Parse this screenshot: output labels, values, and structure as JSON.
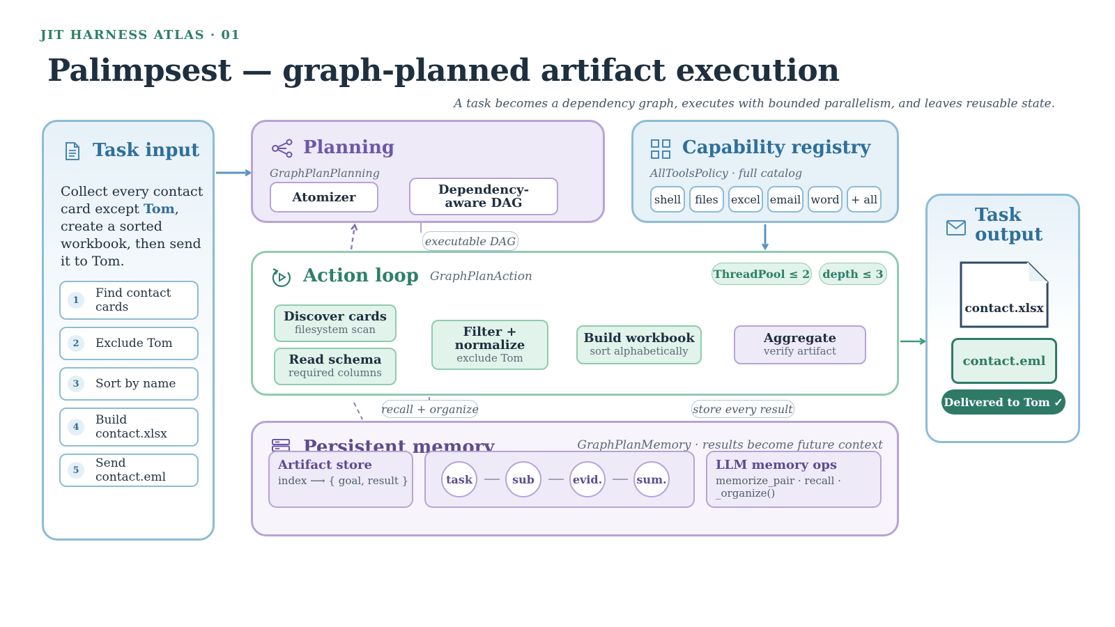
{
  "header": {
    "eyebrow": "JIT HARNESS ATLAS · 01",
    "title": "Palimpsest — graph-planned artifact execution",
    "subtitle": "A task becomes a dependency graph, executes with bounded parallelism, and leaves reusable state."
  },
  "task_input": {
    "title": "Task input",
    "desc_before": "Collect every contact card except ",
    "desc_highlight": "Tom",
    "desc_after": ", create a sorted workbook, then send it to Tom.",
    "steps": [
      {
        "num": "1",
        "label": "Find contact cards"
      },
      {
        "num": "2",
        "label": "Exclude Tom"
      },
      {
        "num": "3",
        "label": "Sort by name"
      },
      {
        "num": "4",
        "label": "Build contact.xlsx"
      },
      {
        "num": "5",
        "label": "Send contact.eml"
      }
    ]
  },
  "planning": {
    "title": "Planning",
    "subtitle": "GraphPlanPlanning",
    "atomizer": "Atomizer",
    "dag": "Dependency-aware DAG",
    "dag_pill": "executable DAG"
  },
  "capability": {
    "title": "Capability registry",
    "subtitle": "AllToolsPolicy · full catalog",
    "chips": [
      "shell",
      "files",
      "excel",
      "email",
      "word",
      "+ all"
    ]
  },
  "action_loop": {
    "title": "Action loop",
    "subtitle": "GraphPlanAction",
    "badge_threads": "ThreadPool ≤ 2",
    "badge_depth": "depth ≤ 3",
    "discover": {
      "title": "Discover cards",
      "sub": "filesystem scan"
    },
    "schema": {
      "title": "Read schema",
      "sub": "required columns"
    },
    "filter": {
      "title": "Filter + normalize",
      "sub": "exclude Tom"
    },
    "build": {
      "title": "Build workbook",
      "sub": "sort alphabetically"
    },
    "aggregate": {
      "title": "Aggregate",
      "sub": "verify artifact"
    }
  },
  "links": {
    "recall": "recall + organize",
    "store": "store every result"
  },
  "memory": {
    "title": "Persistent memory",
    "subtitle": "GraphPlanMemory · results become future context",
    "artifact_store": {
      "title": "Artifact store",
      "sub": "index ⟶ { goal, result }"
    },
    "nodes": [
      "task",
      "sub",
      "evid.",
      "sum."
    ],
    "llm_ops": {
      "title": "LLM memory ops",
      "sub": "memorize_pair · recall · _organize()"
    }
  },
  "output": {
    "title": "Task output",
    "xlsx": "contact.xlsx",
    "eml": "contact.eml",
    "delivered": "Delivered to Tom ✓"
  },
  "colors": {
    "blue": "#8dbbd6",
    "purple": "#b7a3d6",
    "green": "#8fcbb0",
    "dark_green": "#2e7a66"
  }
}
